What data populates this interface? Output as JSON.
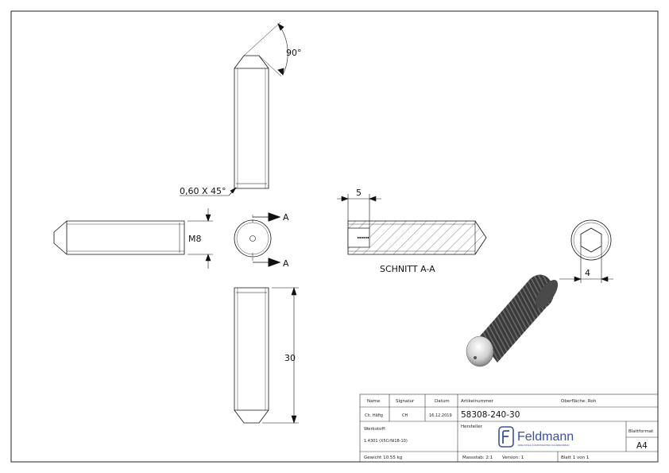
{
  "drawing": {
    "dimensions": {
      "angle": "90°",
      "chamfer": "0,60 X 45°",
      "thread": "M8",
      "length": "30",
      "depth": "5",
      "socket": "4"
    },
    "section_markers": {
      "a_top": "A",
      "a_bottom": "A"
    },
    "section_caption": "SCHNITT A-A"
  },
  "title_block": {
    "h_name": "Name",
    "h_signature": "Signatur",
    "h_date": "Datum",
    "v_name": "Ch. Häfig",
    "v_signature": "CH",
    "v_date": "16.12.2019",
    "h_article": "Artikelnummer",
    "v_article": "58308-240-30",
    "h_surface": "Oberfläche: Roh",
    "h_material": "Werkstoff:",
    "v_material": "1.4301 (X5CrNi18-10)",
    "h_maker": "Hersteller",
    "brand": "Feldmann",
    "brand_sub": "EDELSTAHL KOMPONENTEN SCHWEISSBAR",
    "h_format": "Blattformat",
    "v_format": "A4",
    "weight": "Gewicht 10.55 kg",
    "scale": "Massstab: 2:1",
    "version": "Version: 1",
    "sheet": "Blatt 1 von 1"
  },
  "colors": {
    "line": "#111111",
    "brand": "#3d4fa0",
    "part_dark": "#3a3a3a"
  }
}
